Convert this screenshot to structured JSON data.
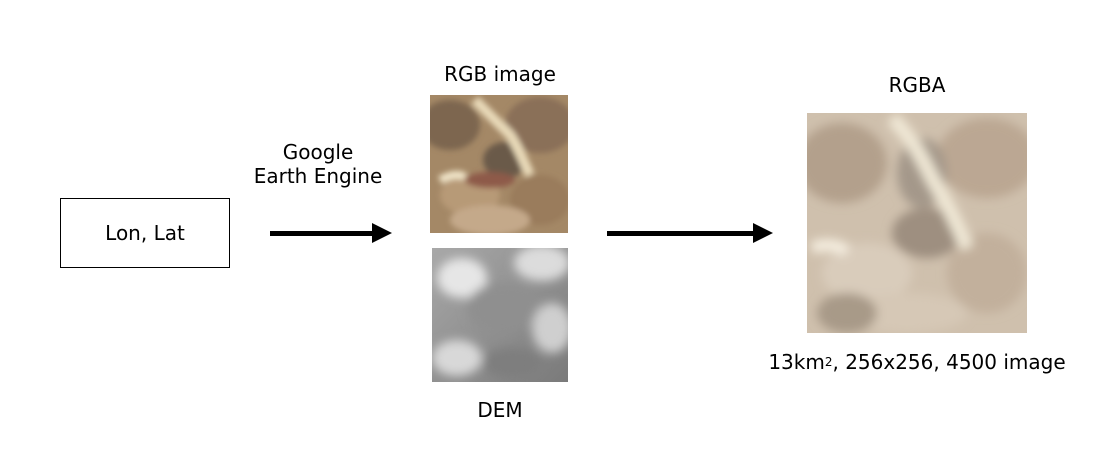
{
  "input": {
    "label": "Lon, Lat"
  },
  "step1": {
    "line1": "Google",
    "line2": "Earth Engine"
  },
  "rgb": {
    "label": "RGB image"
  },
  "dem": {
    "label": "DEM"
  },
  "output": {
    "label": "RGBA",
    "caption_prefix": "13km",
    "caption_sup": "2",
    "caption_suffix": ", 256x256, 4500 image"
  }
}
